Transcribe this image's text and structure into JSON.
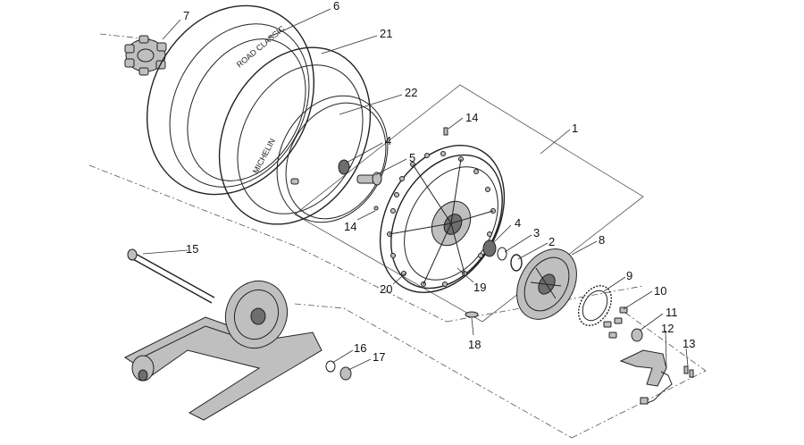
{
  "diagram": {
    "tire_lettering": [
      "ROAD CLASSIC",
      "MICHELIN"
    ],
    "callouts": [
      {
        "id": "c7",
        "label": "7"
      },
      {
        "id": "c6",
        "label": "6"
      },
      {
        "id": "c21",
        "label": "21"
      },
      {
        "id": "c22",
        "label": "22"
      },
      {
        "id": "c14a",
        "label": "14"
      },
      {
        "id": "c1",
        "label": "1"
      },
      {
        "id": "c4a",
        "label": "4"
      },
      {
        "id": "c5",
        "label": "5"
      },
      {
        "id": "c14b",
        "label": "14"
      },
      {
        "id": "c4b",
        "label": "4"
      },
      {
        "id": "c3",
        "label": "3"
      },
      {
        "id": "c2",
        "label": "2"
      },
      {
        "id": "c8",
        "label": "8"
      },
      {
        "id": "c15",
        "label": "15"
      },
      {
        "id": "c20",
        "label": "20"
      },
      {
        "id": "c19",
        "label": "19"
      },
      {
        "id": "c9",
        "label": "9"
      },
      {
        "id": "c10",
        "label": "10"
      },
      {
        "id": "c11",
        "label": "11"
      },
      {
        "id": "c18",
        "label": "18"
      },
      {
        "id": "c12",
        "label": "12"
      },
      {
        "id": "c13",
        "label": "13"
      },
      {
        "id": "c16",
        "label": "16"
      },
      {
        "id": "c17",
        "label": "17"
      }
    ]
  }
}
